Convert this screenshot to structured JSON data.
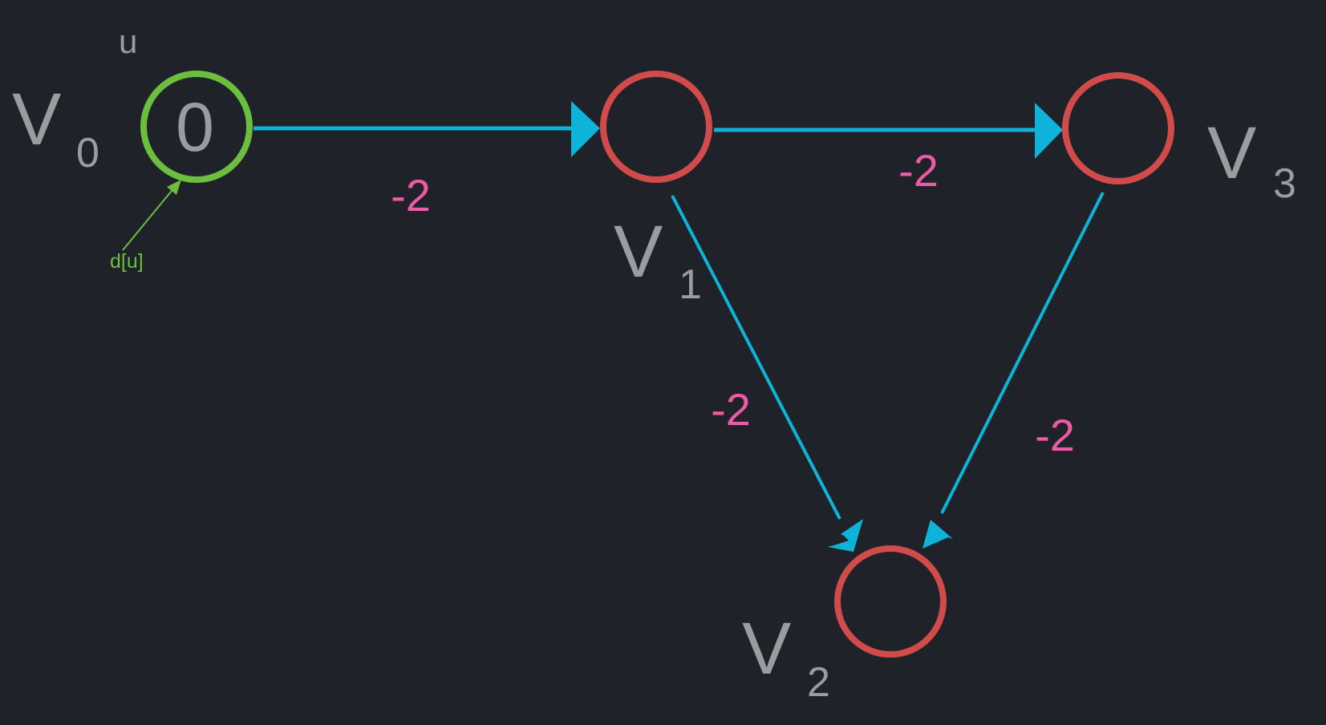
{
  "colors": {
    "background": "#1f2329",
    "edge": "#0fb2d9",
    "weight": "#ec5aa8",
    "source_node": "#6cbf3e",
    "node": "#d24b4b",
    "label": "#9a9d9f",
    "annotation": "#6cbf3e"
  },
  "nodes": [
    {
      "id": "v0",
      "letter": "V",
      "subscript": "0",
      "value": "0",
      "role": "source"
    },
    {
      "id": "v1",
      "letter": "V",
      "subscript": "1",
      "value": "",
      "role": "normal"
    },
    {
      "id": "v2",
      "letter": "V",
      "subscript": "2",
      "value": "",
      "role": "normal"
    },
    {
      "id": "v3",
      "letter": "V",
      "subscript": "3",
      "value": "",
      "role": "normal"
    }
  ],
  "edges": [
    {
      "from": "v0",
      "to": "v1",
      "weight": "-2"
    },
    {
      "from": "v1",
      "to": "v3",
      "weight": "-2"
    },
    {
      "from": "v1",
      "to": "v2",
      "weight": "-2"
    },
    {
      "from": "v3",
      "to": "v2",
      "weight": "-2"
    }
  ],
  "annotations": {
    "u_label": "u",
    "distance_label": "d[u]"
  }
}
